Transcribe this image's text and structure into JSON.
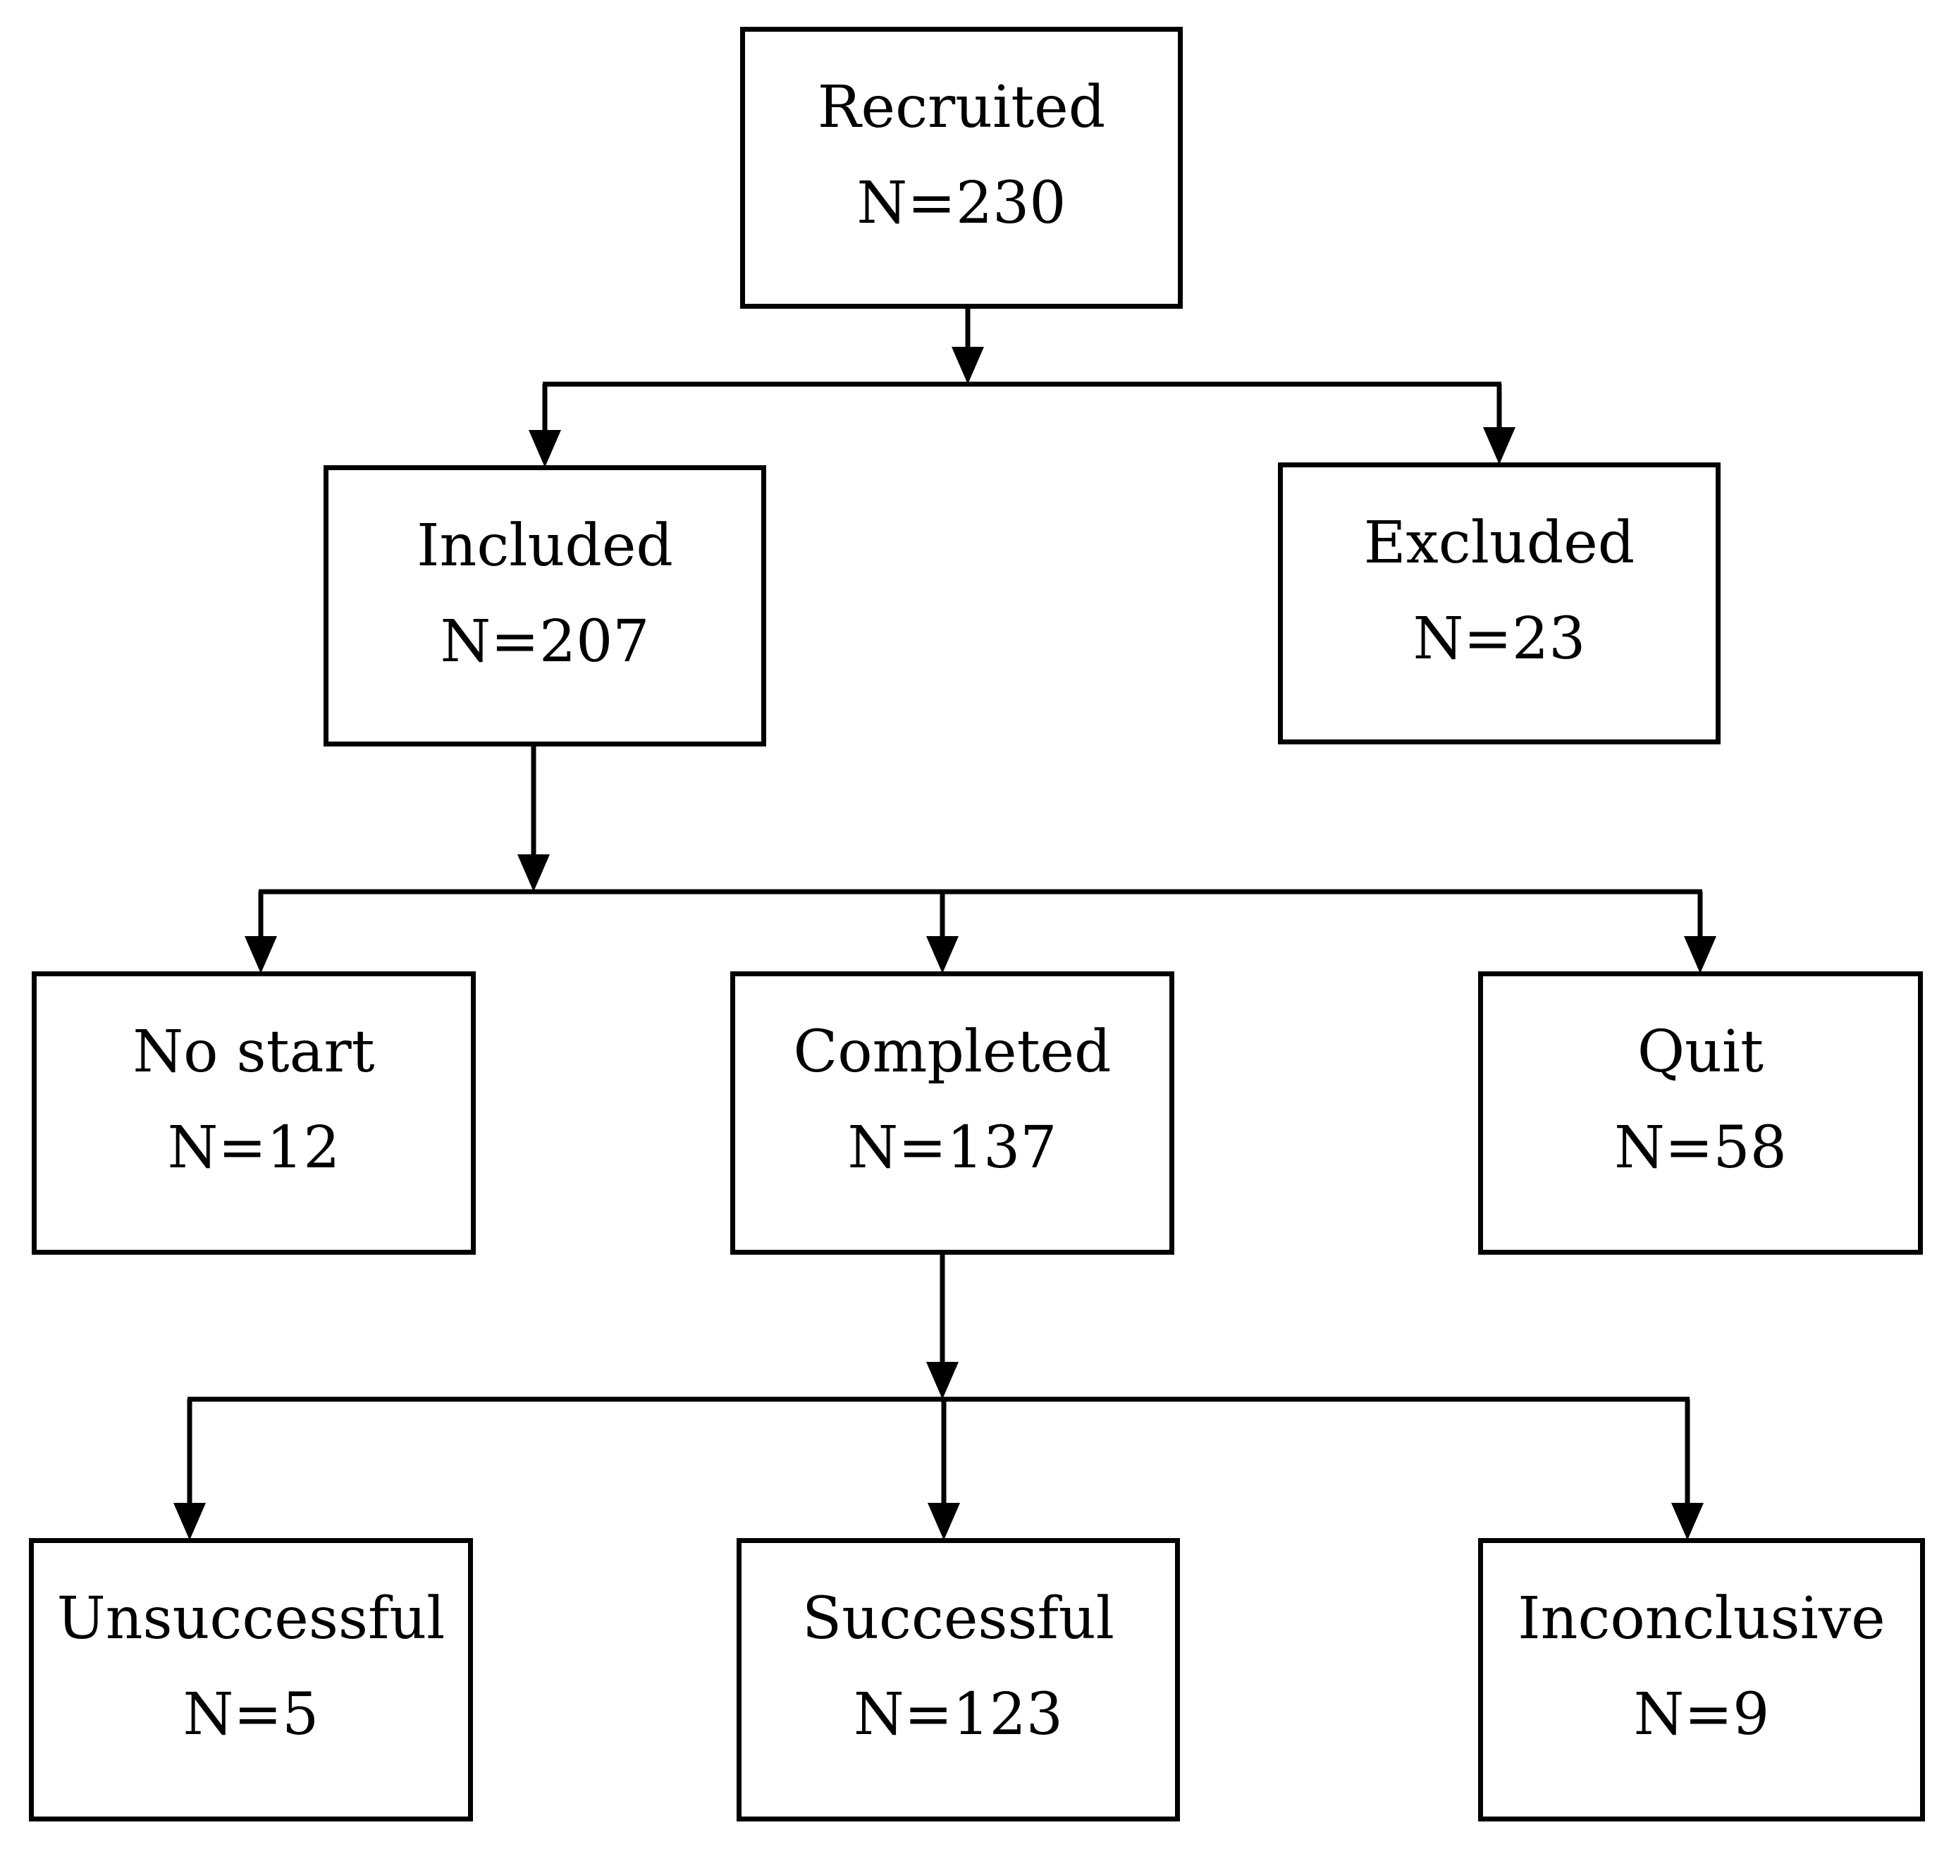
{
  "diagram": {
    "type": "flowchart",
    "colors": {
      "stroke": "#000000",
      "fill": "#ffffff",
      "text": "#000000"
    },
    "nodes": {
      "recruited": {
        "label": "Recruited",
        "count": "N=230"
      },
      "included": {
        "label": "Included",
        "count": "N=207"
      },
      "excluded": {
        "label": "Excluded",
        "count": "N=23"
      },
      "no_start": {
        "label": "No start",
        "count": "N=12"
      },
      "completed": {
        "label": "Completed",
        "count": "N=137"
      },
      "quit": {
        "label": "Quit",
        "count": "N=58"
      },
      "unsuccessful": {
        "label": "Unsuccessful",
        "count": "N=5"
      },
      "successful": {
        "label": "Successful",
        "count": "N=123"
      },
      "inconclusive": {
        "label": "Inconclusive",
        "count": "N=9"
      }
    },
    "edges": [
      {
        "from": "recruited",
        "to": "included"
      },
      {
        "from": "recruited",
        "to": "excluded"
      },
      {
        "from": "included",
        "to": "no_start"
      },
      {
        "from": "included",
        "to": "completed"
      },
      {
        "from": "included",
        "to": "quit"
      },
      {
        "from": "completed",
        "to": "unsuccessful"
      },
      {
        "from": "completed",
        "to": "successful"
      },
      {
        "from": "completed",
        "to": "inconclusive"
      }
    ]
  }
}
